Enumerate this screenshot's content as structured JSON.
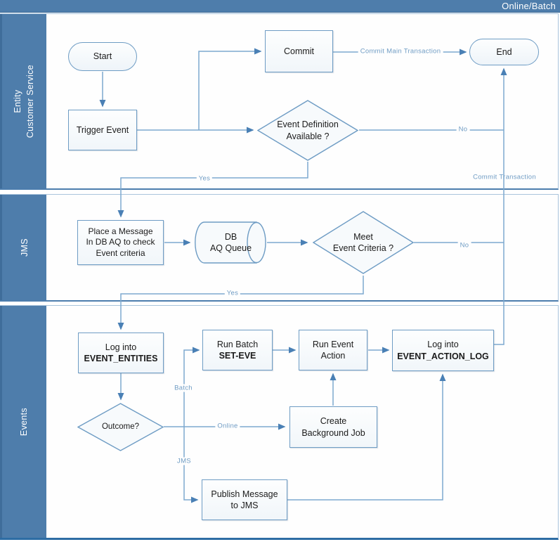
{
  "title": "Online/Batch",
  "lanes": {
    "entity_customer_service": {
      "line1": "Entity",
      "line2": "Customer Service"
    },
    "jms": {
      "label": "JMS"
    },
    "events": {
      "label": "Events"
    }
  },
  "nodes": {
    "start": {
      "label": "Start"
    },
    "trigger_event": {
      "label": "Trigger Event"
    },
    "commit": {
      "label": "Commit"
    },
    "end": {
      "label": "End"
    },
    "event_definition": {
      "line1": "Event Definition",
      "line2": "Available ?"
    },
    "place_message": {
      "line1": "Place a Message",
      "line2": "In DB AQ to check",
      "line3": "Event criteria"
    },
    "db_aq_queue": {
      "line1": "DB",
      "line2": "AQ Queue"
    },
    "meet_criteria": {
      "line1": "Meet",
      "line2": "Event Criteria ?"
    },
    "log_event_entities": {
      "line1": "Log into",
      "line2": "EVENT_ENTITIES"
    },
    "run_batch": {
      "line1": "Run Batch",
      "line2": "SET-EVE"
    },
    "run_event_action": {
      "line1": "Run Event",
      "line2": "Action"
    },
    "log_event_action_log": {
      "line1": "Log into",
      "line2": "EVENT_ACTION_LOG"
    },
    "outcome": {
      "label": "Outcome?"
    },
    "create_background_job": {
      "line1": "Create",
      "line2": "Background Job"
    },
    "publish_message": {
      "line1": "Publish Message",
      "line2": "to JMS"
    }
  },
  "edge_labels": {
    "commit_main_transaction": "Commit Main Transaction",
    "no_event_definition": "No",
    "yes_event_definition": "Yes",
    "commit_transaction": "Commit Transaction",
    "no_meet_criteria": "No",
    "yes_meet_criteria": "Yes",
    "batch": "Batch",
    "online": "Online",
    "jms": "JMS"
  },
  "colors": {
    "lane_blue": "#4e7dab",
    "lane_dark_edge": "#2e6da4",
    "connector": "#7da9cf",
    "shape_border": "#6e9cc4",
    "edge_label_text": "#6f9cc4",
    "lane_text": "#ffffff"
  }
}
